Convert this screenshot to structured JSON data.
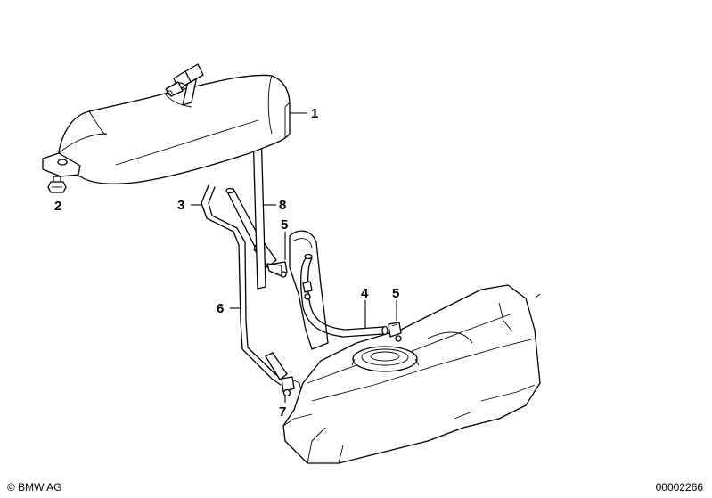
{
  "callouts": [
    {
      "id": "1",
      "text": "1"
    },
    {
      "id": "2",
      "text": "2"
    },
    {
      "id": "3",
      "text": "3"
    },
    {
      "id": "8",
      "text": "8"
    },
    {
      "id": "5a",
      "text": "5"
    },
    {
      "id": "4",
      "text": "4"
    },
    {
      "id": "5b",
      "text": "5"
    },
    {
      "id": "6",
      "text": "6"
    },
    {
      "id": "7",
      "text": "7"
    }
  ],
  "footer": {
    "copyright": "© BMW AG",
    "document_number": "00002266"
  }
}
